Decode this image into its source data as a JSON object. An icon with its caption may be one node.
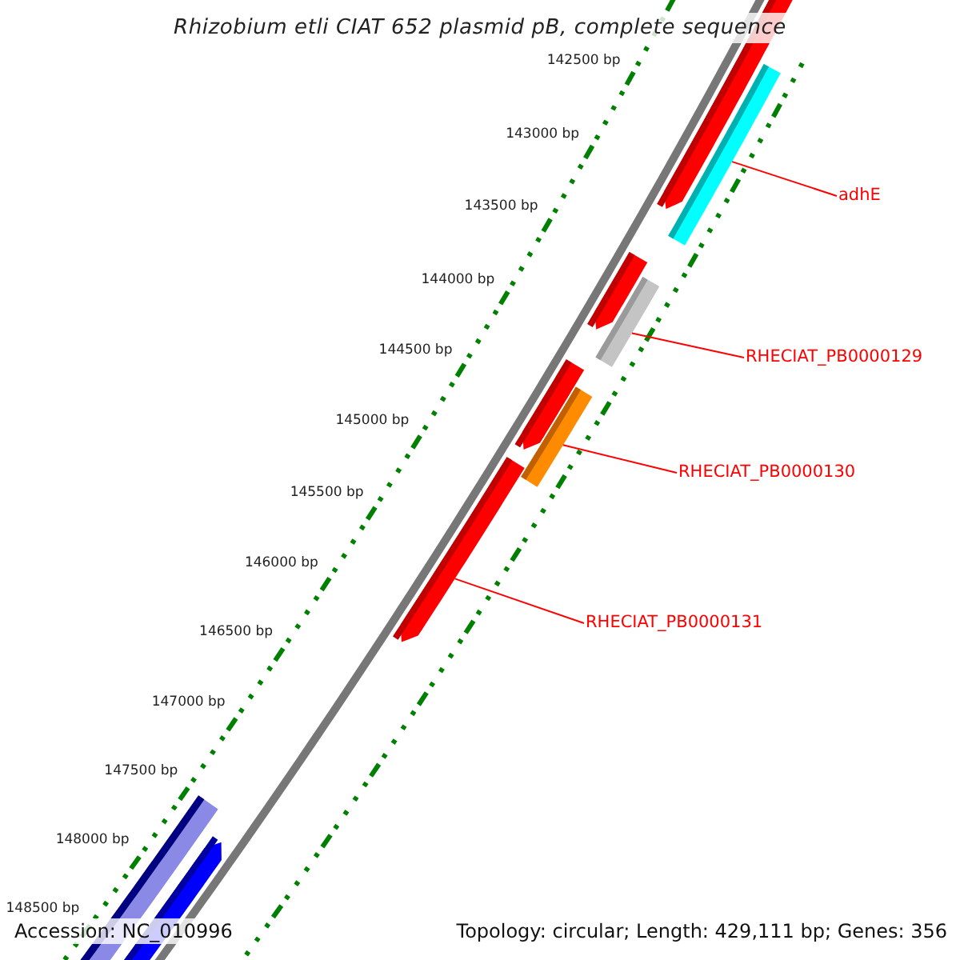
{
  "diagram": {
    "title": "Rhizobium etli CIAT 652 plasmid pB, complete sequence",
    "nodes": [
      {
        "text": [
          "adhE"
        ]
      },
      {
        "text": [],
        "shape": "bar"
      },
      {
        "text": [
          "RHECIAT_PB0000129"
        ]
      },
      {
        "text": [],
        "shape": "bar"
      },
      {
        "text": [
          "RHECIAT_PB0000130"
        ]
      },
      {
        "text": [],
        "shape": "bar"
      },
      {
        "text": [
          "RHECIAT_PB0000131"
        ]
      },
      {
        "text": [],
        "shape": "bar"
      }
    ],
    "edges": [
      {
        "from": 0,
        "to": 1,
        "arrow": "none"
      },
      {
        "from": 2,
        "to": 3,
        "arrow": "none"
      },
      {
        "from": 4,
        "to": 5,
        "arrow": "none"
      },
      {
        "from": 6,
        "to": 7,
        "arrow": "none"
      }
    ],
    "labels": [
      "142500 bp",
      "143000 bp",
      "143500 bp",
      "144000 bp",
      "144500 bp",
      "145000 bp",
      "145500 bp",
      "146000 bp",
      "146500 bp",
      "147000 bp",
      "147500 bp",
      "148000 bp",
      "148500 bp",
      "Accession: NC_010996",
      "Topology: circular; Length: 429,111 bp; Genes: 356"
    ]
  }
}
